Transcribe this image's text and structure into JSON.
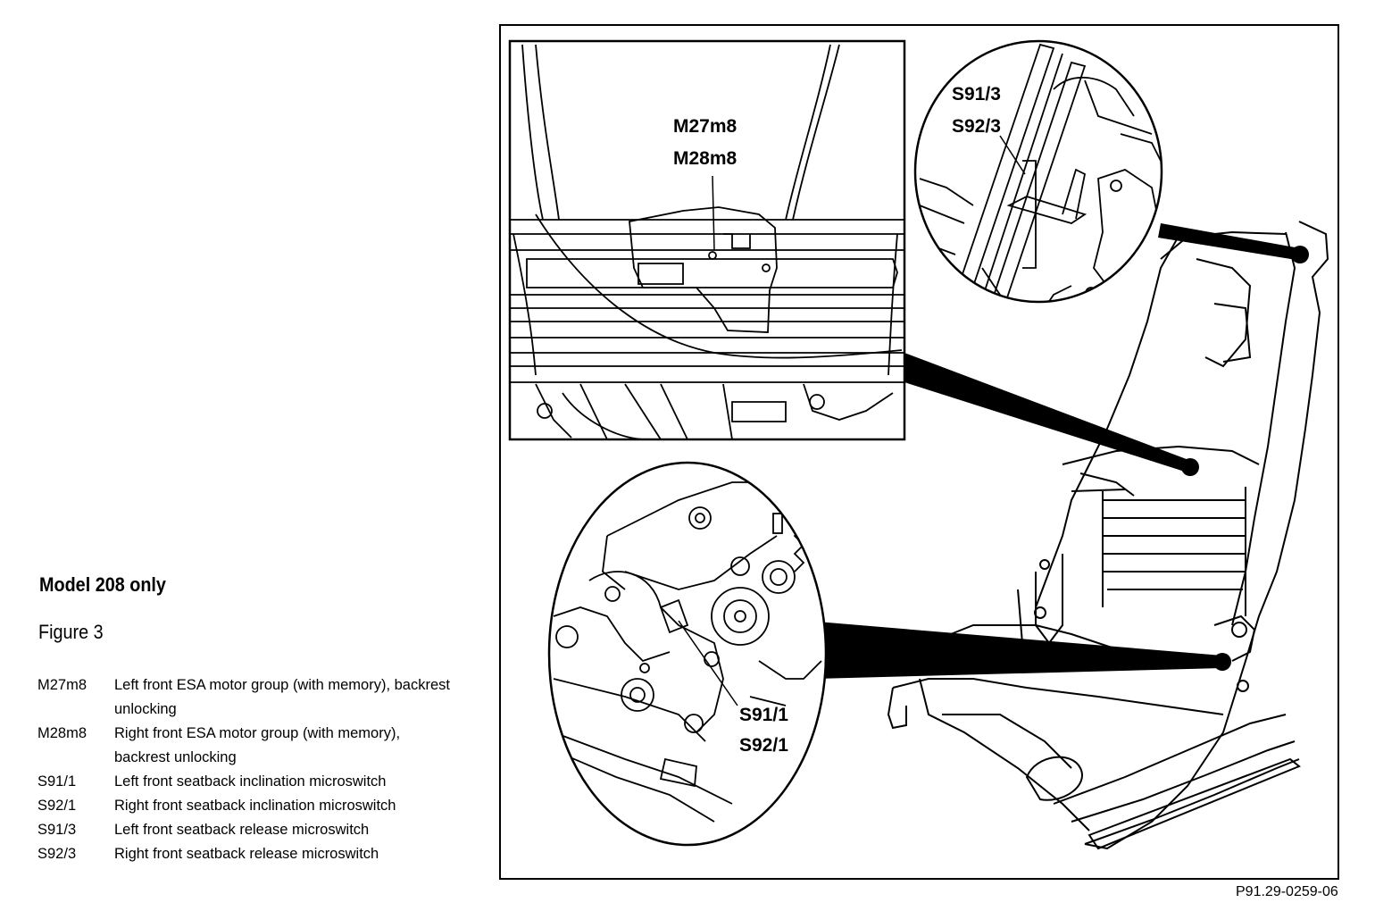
{
  "legend": {
    "title": "Model 208 only",
    "figure": "Figure 3",
    "items": [
      {
        "code": "M27m8",
        "desc": "Left front ESA motor group (with memory), backrest",
        "desc2": "unlocking"
      },
      {
        "code": "M28m8",
        "desc": "Right front ESA motor group (with memory),",
        "desc2": "backrest unlocking"
      },
      {
        "code": "S91/1",
        "desc": "Left front seatback inclination microswitch",
        "desc2": ""
      },
      {
        "code": "S92/1",
        "desc": "Right front seatback inclination microswitch",
        "desc2": ""
      },
      {
        "code": "S91/3",
        "desc": "Left front seatback release microswitch",
        "desc2": ""
      },
      {
        "code": "S92/3",
        "desc": "Right front seatback release microswitch",
        "desc2": ""
      }
    ]
  },
  "callouts": {
    "motor_a": "M27m8",
    "motor_b": "M28m8",
    "release_a": "S91/3",
    "release_b": "S92/3",
    "incl_a": "S91/1",
    "incl_b": "S92/1"
  },
  "reference_code": "P91.29-0259-06"
}
